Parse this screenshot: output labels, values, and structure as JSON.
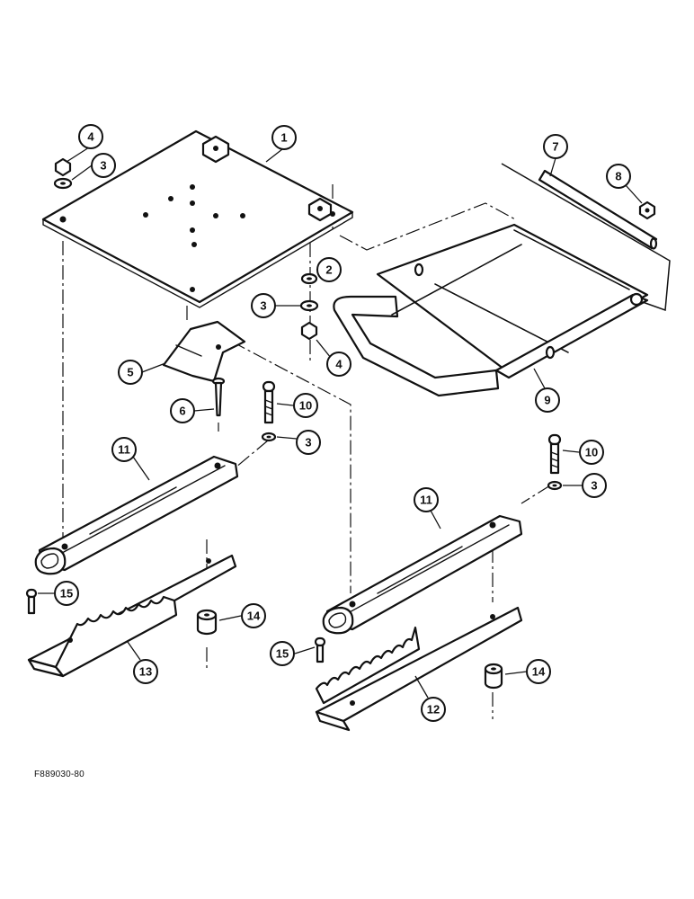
{
  "figure_id": "F889030-80",
  "callouts": [
    {
      "id": "c1",
      "label": "1"
    },
    {
      "id": "c2",
      "label": "2"
    },
    {
      "id": "c3a",
      "label": "3"
    },
    {
      "id": "c3b",
      "label": "3"
    },
    {
      "id": "c3c",
      "label": "3"
    },
    {
      "id": "c3d",
      "label": "3"
    },
    {
      "id": "c4a",
      "label": "4"
    },
    {
      "id": "c4b",
      "label": "4"
    },
    {
      "id": "c5",
      "label": "5"
    },
    {
      "id": "c6",
      "label": "6"
    },
    {
      "id": "c7",
      "label": "7"
    },
    {
      "id": "c8",
      "label": "8"
    },
    {
      "id": "c9",
      "label": "9"
    },
    {
      "id": "c10a",
      "label": "10"
    },
    {
      "id": "c10b",
      "label": "10"
    },
    {
      "id": "c11a",
      "label": "11"
    },
    {
      "id": "c11b",
      "label": "11"
    },
    {
      "id": "c12",
      "label": "12"
    },
    {
      "id": "c13",
      "label": "13"
    },
    {
      "id": "c14a",
      "label": "14"
    },
    {
      "id": "c14b",
      "label": "14"
    },
    {
      "id": "c15a",
      "label": "15"
    },
    {
      "id": "c15b",
      "label": "15"
    }
  ]
}
